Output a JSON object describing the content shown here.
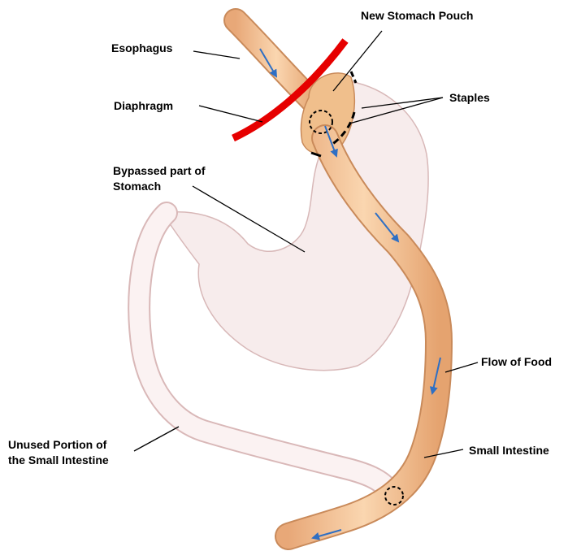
{
  "labels": {
    "new_stomach_pouch": "New Stomach Pouch",
    "esophagus": "Esophagus",
    "staples": "Staples",
    "diaphragm": "Diaphragm",
    "bypassed_line1": "Bypassed part of",
    "bypassed_line2": "Stomach",
    "flow_of_food": "Flow of Food",
    "unused_line1": "Unused Portion of",
    "unused_line2": "the Small Intestine",
    "small_intestine": "Small Intestine"
  },
  "colors": {
    "diaphragm": "#e60000",
    "arrow": "#2e6fc4",
    "tube_fill": "#f0bf8c",
    "stomach_fill": "#f7ecec",
    "outline": "#000000"
  }
}
